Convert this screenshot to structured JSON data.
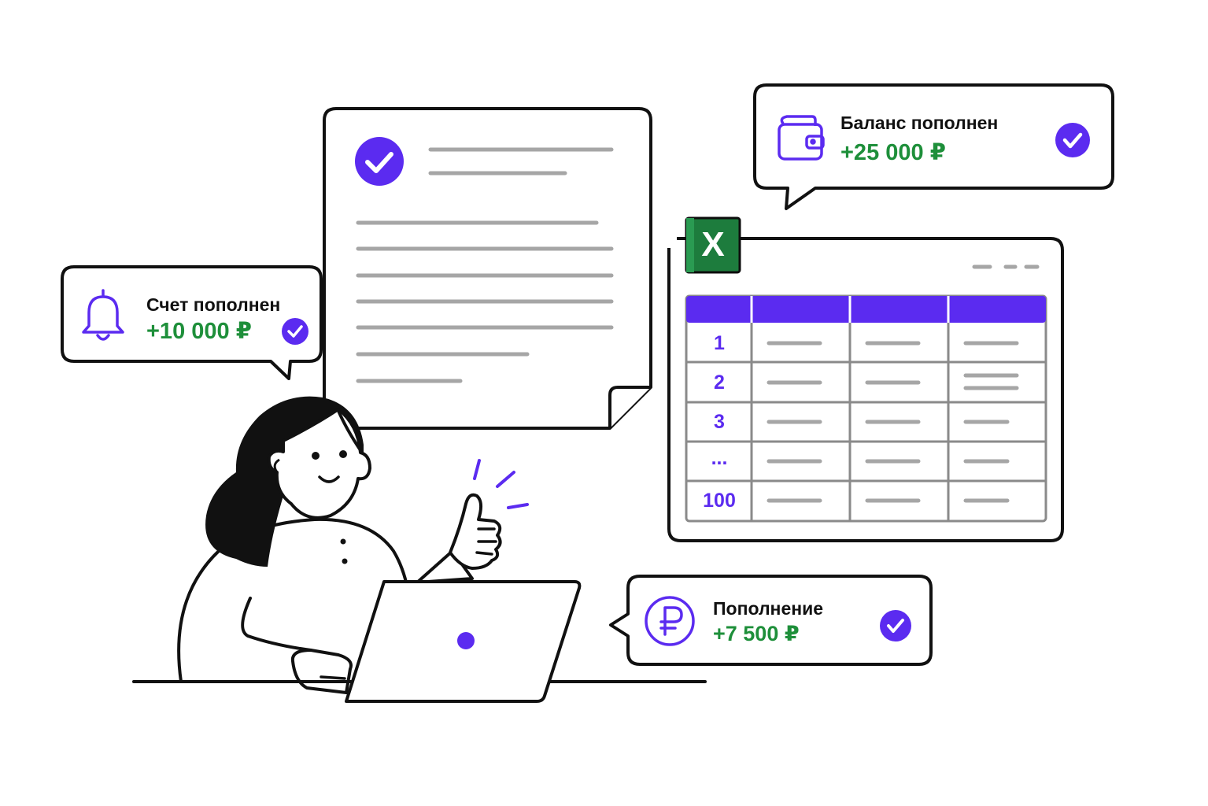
{
  "colors": {
    "accent": "#5b2bf0",
    "amount_green": "#1e8f3a",
    "excel_green": "#1d7c3d",
    "outline": "#111111",
    "line_gray": "#a6a6a6"
  },
  "notifications": [
    {
      "id": "bell",
      "icon": "bell-icon",
      "title": "Счет пополнен",
      "amount": "+10 000 ₽",
      "status_icon": "check-circle-icon"
    },
    {
      "id": "balance",
      "icon": "wallet-icon",
      "title": "Баланс пополнен",
      "amount": "+25 000 ₽",
      "status_icon": "check-circle-icon"
    },
    {
      "id": "topup",
      "icon": "ruble-icon",
      "title": "Пополнение",
      "amount": "+7 500 ₽",
      "status_icon": "check-circle-icon"
    }
  ],
  "document": {
    "status_icon": "check-circle-icon"
  },
  "spreadsheet": {
    "app_icon": "excel-icon",
    "app_letter": "X",
    "row_labels": [
      "1",
      "2",
      "3",
      "...",
      "100"
    ]
  },
  "illustration": {
    "laptop": "laptop-icon",
    "person": "woman-thumbs-up"
  }
}
